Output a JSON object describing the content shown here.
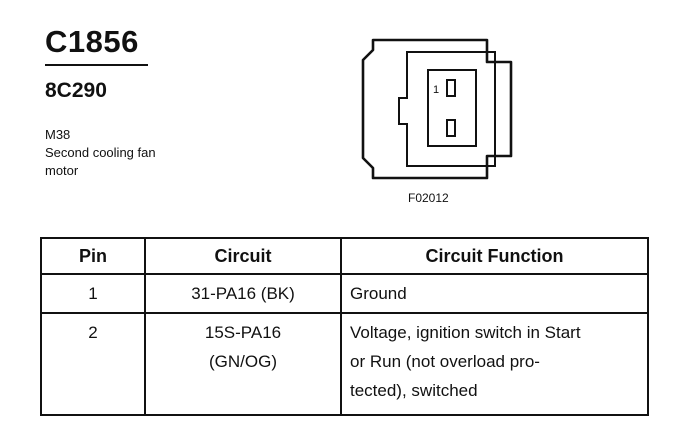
{
  "header": {
    "connector_id": "C1856",
    "part_number": "8C290",
    "description_lines": [
      "M38",
      "Second cooling fan",
      "motor"
    ]
  },
  "figure": {
    "id": "F02012",
    "pin_label": "1"
  },
  "table": {
    "headers": [
      "Pin",
      "Circuit",
      "Circuit Function"
    ],
    "rows": [
      {
        "pin": "1",
        "circuit_lines": [
          "31-PA16 (BK)"
        ],
        "function_lines": [
          "Ground"
        ]
      },
      {
        "pin": "2",
        "circuit_lines": [
          "15S-PA16",
          "(GN/OG)"
        ],
        "function_lines": [
          "Voltage, ignition switch in Start",
          "or Run (not overload pro-",
          "tected), switched"
        ]
      }
    ]
  }
}
